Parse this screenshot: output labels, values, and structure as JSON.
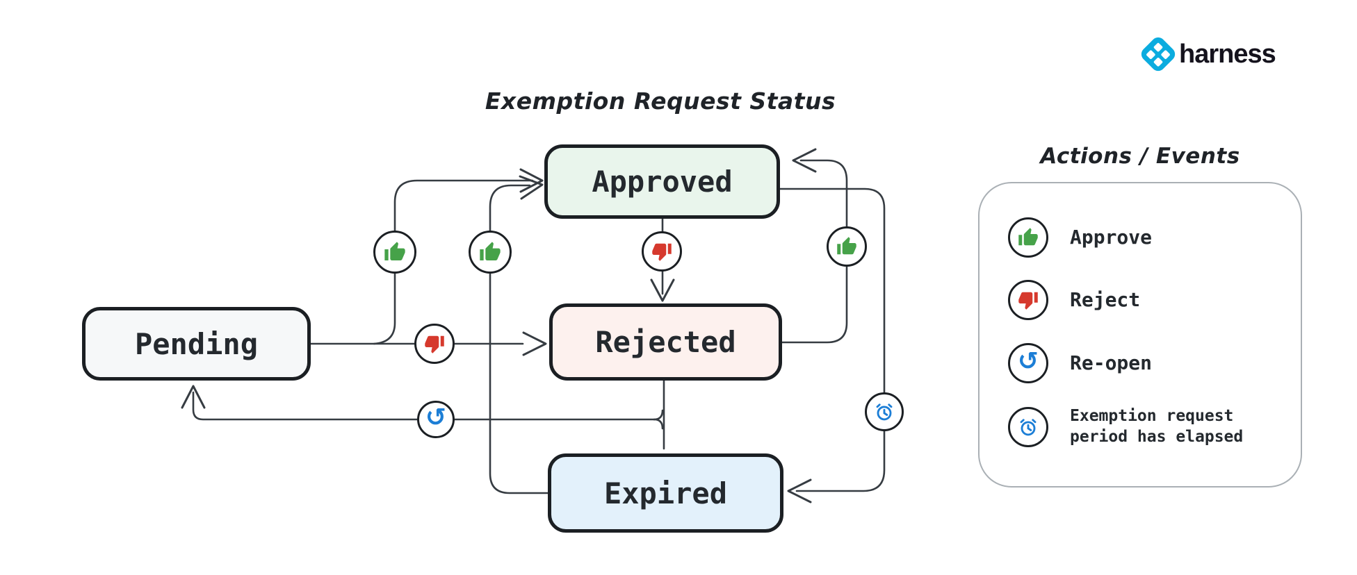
{
  "title": "Exemption Request Status",
  "logo": {
    "brand": "harness",
    "brand_color": "#0bacdf"
  },
  "states": {
    "pending": {
      "label": "Pending",
      "fill": "#f6f8f9"
    },
    "approved": {
      "label": "Approved",
      "fill": "#e9f5ec"
    },
    "rejected": {
      "label": "Rejected",
      "fill": "#fdf1ee"
    },
    "expired": {
      "label": "Expired",
      "fill": "#e3f1fb"
    }
  },
  "legend": {
    "title": "Actions / Events",
    "items": [
      {
        "id": "approve",
        "icon": "thumbs-up-icon",
        "label": "Approve"
      },
      {
        "id": "reject",
        "icon": "thumbs-down-icon",
        "label": "Reject"
      },
      {
        "id": "reopen",
        "icon": "undo-arrow-icon",
        "label": "Re-open"
      },
      {
        "id": "elapsed",
        "icon": "alarm-clock-icon",
        "label": "Exemption request\nperiod has elapsed"
      }
    ]
  },
  "glyphs": {
    "undo": "↺"
  },
  "transitions": [
    {
      "from": "Pending",
      "to": "Approved",
      "action": "Approve"
    },
    {
      "from": "Pending",
      "to": "Rejected",
      "action": "Reject"
    },
    {
      "from": "Approved",
      "to": "Rejected",
      "action": "Reject"
    },
    {
      "from": "Rejected",
      "to": "Approved",
      "action": "Approve"
    },
    {
      "from": "Expired",
      "to": "Approved",
      "action": "Approve"
    },
    {
      "from": "Approved",
      "to": "Expired",
      "action": "Exemption request period has elapsed"
    },
    {
      "from": "Rejected",
      "to": "Pending",
      "action": "Re-open"
    },
    {
      "from": "Expired",
      "to": "Pending",
      "action": "Re-open"
    }
  ],
  "colors": {
    "approve_green": "#46a249",
    "reject_red": "#d6392d",
    "action_blue": "#1c7ed6",
    "node_border": "#1b1f23",
    "edge_stroke": "#363c42",
    "legend_border": "#aab0b5"
  }
}
